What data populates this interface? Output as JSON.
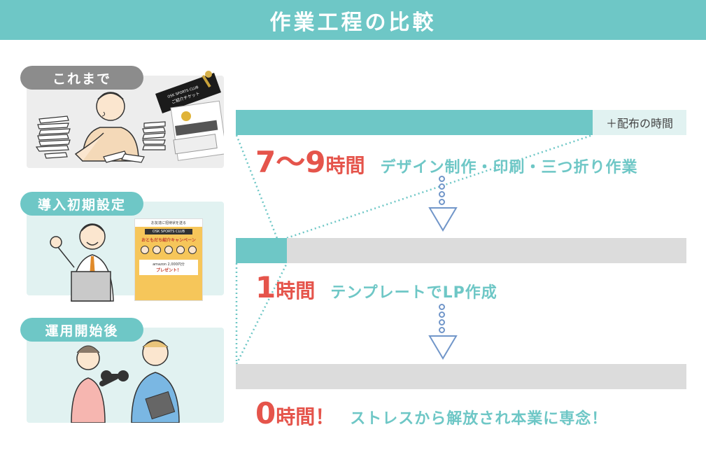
{
  "header": {
    "title": "作業工程の比較"
  },
  "phases": [
    {
      "label": "これまで"
    },
    {
      "label": "導入初期設定"
    },
    {
      "label": "運用開始後"
    }
  ],
  "rows": [
    {
      "extra_label": "＋配布の時間",
      "time_number": "7〜9",
      "time_unit": "時間",
      "description": "デザイン制作・印刷・三つ折り作業"
    },
    {
      "time_number": "1",
      "time_unit": "時間",
      "description": "テンプレートでLP作成"
    },
    {
      "time_number": "0",
      "time_unit": "時間！",
      "description": "ストレスから解放され本業に専念！"
    }
  ],
  "illustrations": {
    "ticket_line1": "OSK SPORTS CLUB",
    "ticket_line2": "ご紹介チケット",
    "lp_top": "お友達に招待状を送る",
    "lp_club": "OSK SPORTS CLUB",
    "lp_campaign": "おともだち紹介キャンペーン",
    "lp_amazon": "amazon 2,000円分",
    "lp_present": "プレゼント！"
  },
  "colors": {
    "teal": "#6ec7c6",
    "red": "#e5544b",
    "gray": "#dcdcdc",
    "arrow": "#7196c9"
  }
}
